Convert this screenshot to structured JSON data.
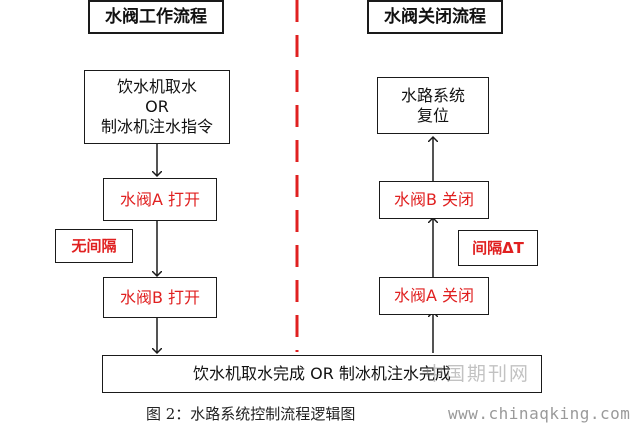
{
  "colors": {
    "accent_red": "#e02020",
    "line": "#1a1a1a",
    "divider": "#e02020"
  },
  "left": {
    "header": "水阀工作流程",
    "start": [
      "饮水机取水",
      "OR",
      "制冰机注水指令"
    ],
    "step1": "水阀A 打开",
    "gap_tag": "无间隔",
    "step2": "水阀B 打开"
  },
  "right": {
    "header": "水阀关闭流程",
    "step1": "水阀A 关闭",
    "gap_tag": "间隔ΔT",
    "step2": "水阀B 关闭",
    "end": [
      "水路系统",
      "复位"
    ]
  },
  "bottom_box": "饮水机取水完成 OR 制冰机注水完成",
  "caption": "图 2：水路系统控制流程逻辑图",
  "watermark_url": "www.chinaqking.com",
  "watermark_cn": "中国期刊网"
}
